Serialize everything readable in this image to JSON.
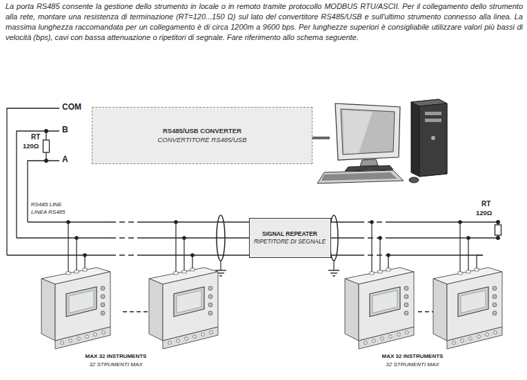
{
  "diagram": {
    "nodes": [
      {
        "text": [
          "RS485/USB CONVERTER",
          "CONVERTITORE RS485/USB"
        ]
      },
      {
        "text": [
          "SIGNAL REPEATER",
          "RIPETITORE DI SEGNALE"
        ]
      }
    ],
    "labels": [
      "La porta RS485 consente la gestione dello strumento in locale o in remoto tramite protocollo MODBUS RTU/ASCII. Per il collegamento dello strumento alla rete, montare una resistenza di terminazione (RT=120...150 Ω) sul lato del convertitore RS485/USB e sull'ultimo strumento connesso alla linea. La massima lunghezza raccomandata per un collegamento è di circa 1200m a 9600 bps. Per lunghezze superiori è consigliabile utilizzare valori più bassi di velocità (bps), cavi con bassa attenuazione o ripetitori di segnale. Fare riferimento allo schema seguente.",
      "COM",
      "B",
      "A",
      "RT",
      "120Ω",
      "RS485 LINE",
      "LINEA RS485",
      "RT",
      "120Ω",
      "MAX 32 INSTRUMENTS",
      "32 STRUMENTI MAX",
      "MAX 32 INSTRUMENTS",
      "32 STRUMENTI MAX"
    ]
  }
}
